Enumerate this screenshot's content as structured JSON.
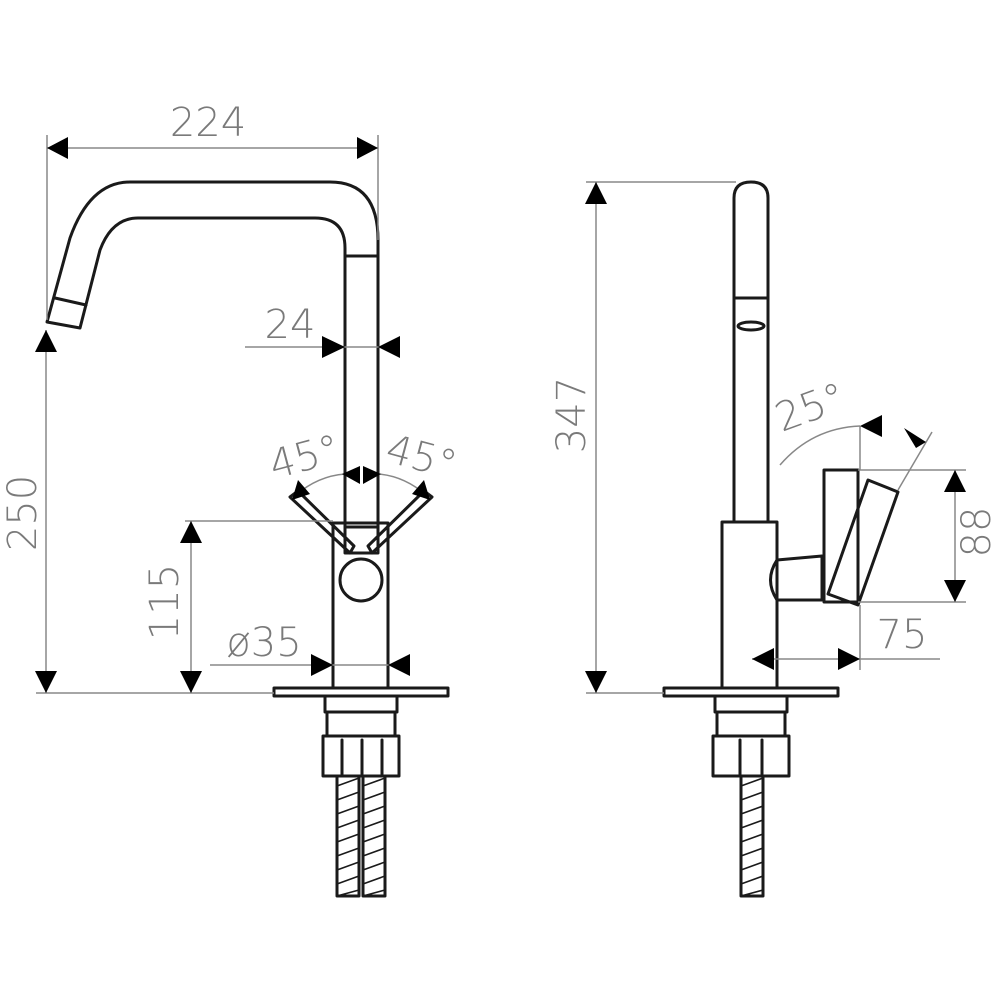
{
  "diagram": {
    "front_view": {
      "dims": {
        "width": "224",
        "pipe": "24",
        "angle_left": "45°",
        "angle_right": "45°",
        "height": "250",
        "lever_height": "115",
        "base_diameter": "ø35"
      }
    },
    "side_view": {
      "dims": {
        "total_height": "347",
        "lever_angle": "25°",
        "lever_length": "88",
        "lever_reach": "75"
      }
    }
  }
}
